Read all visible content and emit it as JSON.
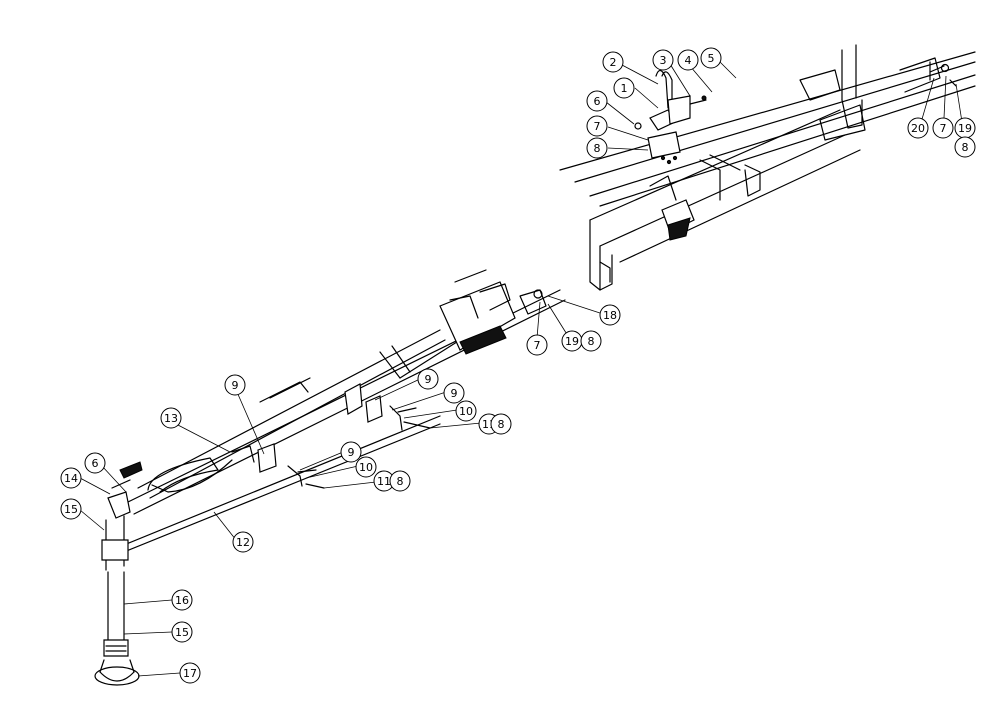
{
  "callouts": [
    {
      "id": "c1",
      "label": "1"
    },
    {
      "id": "c2",
      "label": "2"
    },
    {
      "id": "c3",
      "label": "3"
    },
    {
      "id": "c4",
      "label": "4"
    },
    {
      "id": "c5",
      "label": "5"
    },
    {
      "id": "c6a",
      "label": "6"
    },
    {
      "id": "c7a",
      "label": "7"
    },
    {
      "id": "c8a",
      "label": "8"
    },
    {
      "id": "c20",
      "label": "20"
    },
    {
      "id": "c7b",
      "label": "7"
    },
    {
      "id": "c19a",
      "label": "19"
    },
    {
      "id": "c8b",
      "label": "8"
    },
    {
      "id": "c18",
      "label": "18"
    },
    {
      "id": "c7c",
      "label": "7"
    },
    {
      "id": "c19b",
      "label": "19"
    },
    {
      "id": "c8c",
      "label": "8"
    },
    {
      "id": "c9a",
      "label": "9"
    },
    {
      "id": "c9b",
      "label": "9"
    },
    {
      "id": "c9c",
      "label": "9"
    },
    {
      "id": "c10a",
      "label": "10"
    },
    {
      "id": "c11a",
      "label": "11"
    },
    {
      "id": "c8d",
      "label": "8"
    },
    {
      "id": "c13",
      "label": "13"
    },
    {
      "id": "c9d",
      "label": "9"
    },
    {
      "id": "c10b",
      "label": "10"
    },
    {
      "id": "c11b",
      "label": "11"
    },
    {
      "id": "c8e",
      "label": "8"
    },
    {
      "id": "c6b",
      "label": "6"
    },
    {
      "id": "c14",
      "label": "14"
    },
    {
      "id": "c15a",
      "label": "15"
    },
    {
      "id": "c12",
      "label": "12"
    },
    {
      "id": "c16",
      "label": "16"
    },
    {
      "id": "c15b",
      "label": "15"
    },
    {
      "id": "c17",
      "label": "17"
    }
  ]
}
